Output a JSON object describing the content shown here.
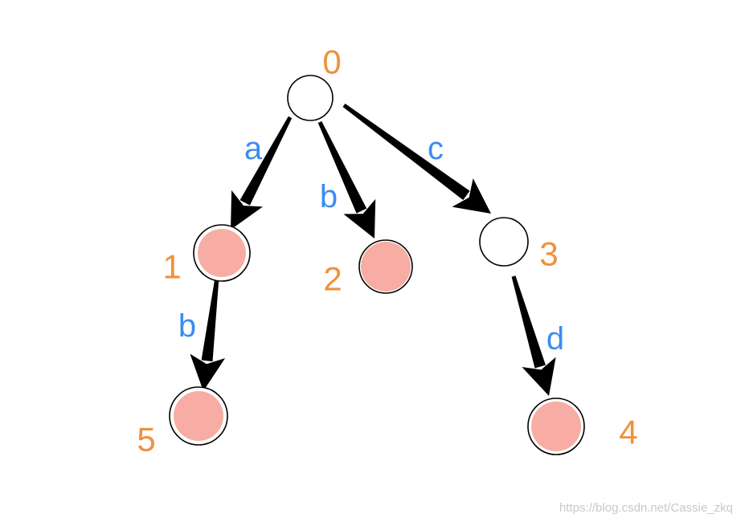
{
  "colors": {
    "node_label": "#F0913A",
    "edge_label": "#3C8CF0",
    "accepting_fill": "#F7ADA3",
    "stroke": "#000000",
    "watermark": "#C8C8C8"
  },
  "nodes": [
    {
      "id": "0",
      "label": "0",
      "accepting": false
    },
    {
      "id": "1",
      "label": "1",
      "accepting": true
    },
    {
      "id": "2",
      "label": "2",
      "accepting": true
    },
    {
      "id": "3",
      "label": "3",
      "accepting": false
    },
    {
      "id": "4",
      "label": "4",
      "accepting": true
    },
    {
      "id": "5",
      "label": "5",
      "accepting": true
    }
  ],
  "edges": [
    {
      "from": "0",
      "to": "1",
      "label": "a"
    },
    {
      "from": "0",
      "to": "2",
      "label": "b"
    },
    {
      "from": "0",
      "to": "3",
      "label": "c"
    },
    {
      "from": "1",
      "to": "5",
      "label": "b"
    },
    {
      "from": "3",
      "to": "4",
      "label": "d"
    }
  ],
  "watermark": "https://blog.csdn.net/Cassie_zkq"
}
